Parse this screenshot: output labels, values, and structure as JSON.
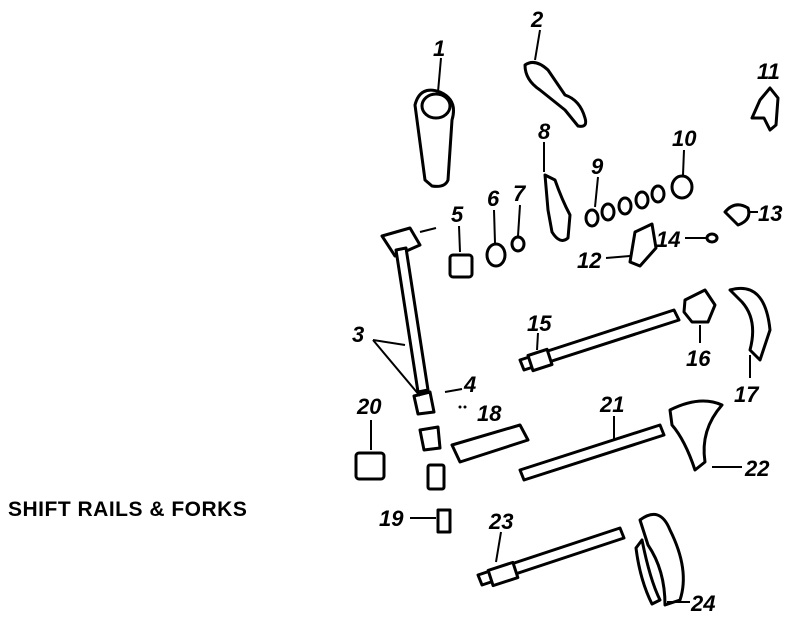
{
  "title": "SHIFT RAILS & FORKS",
  "callouts": [
    "1",
    "2",
    "3",
    "4",
    "5",
    "6",
    "7",
    "8",
    "9",
    "10",
    "11",
    "12",
    "13",
    "14",
    "15",
    "16",
    "17",
    "18",
    "19",
    "20",
    "21",
    "22",
    "23",
    "24"
  ],
  "colors": {
    "ink": "#000000",
    "background": "#ffffff"
  }
}
